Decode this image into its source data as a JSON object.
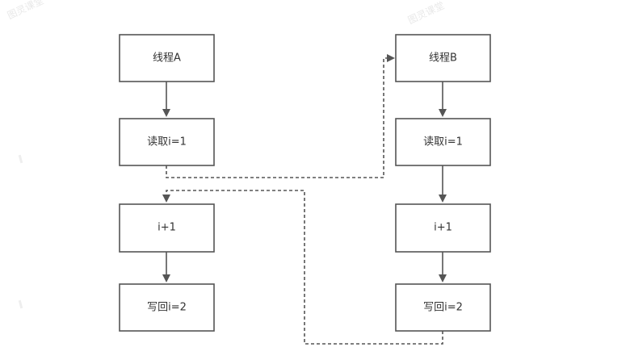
{
  "watermarks": {
    "left": "图灵课堂",
    "right": "图灵课堂"
  },
  "thread_a": {
    "title": "线程A",
    "read": "读取i=1",
    "increment": "i+1",
    "write": "写回i=2"
  },
  "thread_b": {
    "title": "线程B",
    "read": "读取i=1",
    "increment": "i+1",
    "write": "写回i=2"
  },
  "colors": {
    "box_stroke": "#555555",
    "arrow": "#555555",
    "text": "#333333",
    "watermark": "#e9e9e9"
  }
}
